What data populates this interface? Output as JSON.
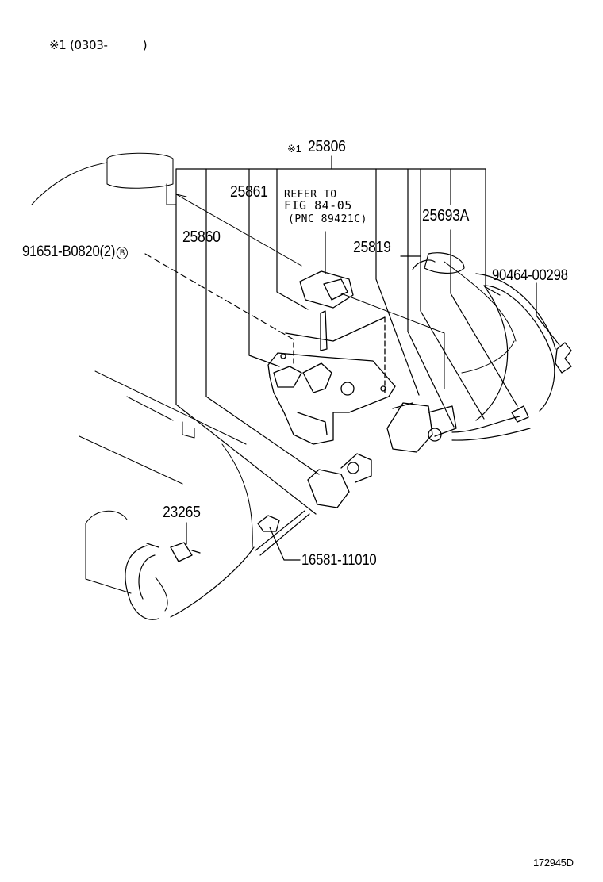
{
  "header_note": {
    "mark": "※1",
    "range": "(0303-　　　)"
  },
  "callouts": {
    "p25806_mark": "※1",
    "p25806": "25806",
    "p25861": "25861",
    "refer_line1": "REFER TO",
    "refer_line2": "FIG 84-05",
    "refer_line3": "(PNC 89421C)",
    "p25693a": "25693A",
    "p25860": "25860",
    "p25819": "25819",
    "p91651": "91651-B0820(2)",
    "p91651_mark": "B",
    "p90464": "90464-00298",
    "p23265": "23265",
    "p16581": "16581-11010"
  },
  "figure_code": "172945D",
  "colors": {
    "ink": "#000000",
    "paper": "#ffffff"
  }
}
